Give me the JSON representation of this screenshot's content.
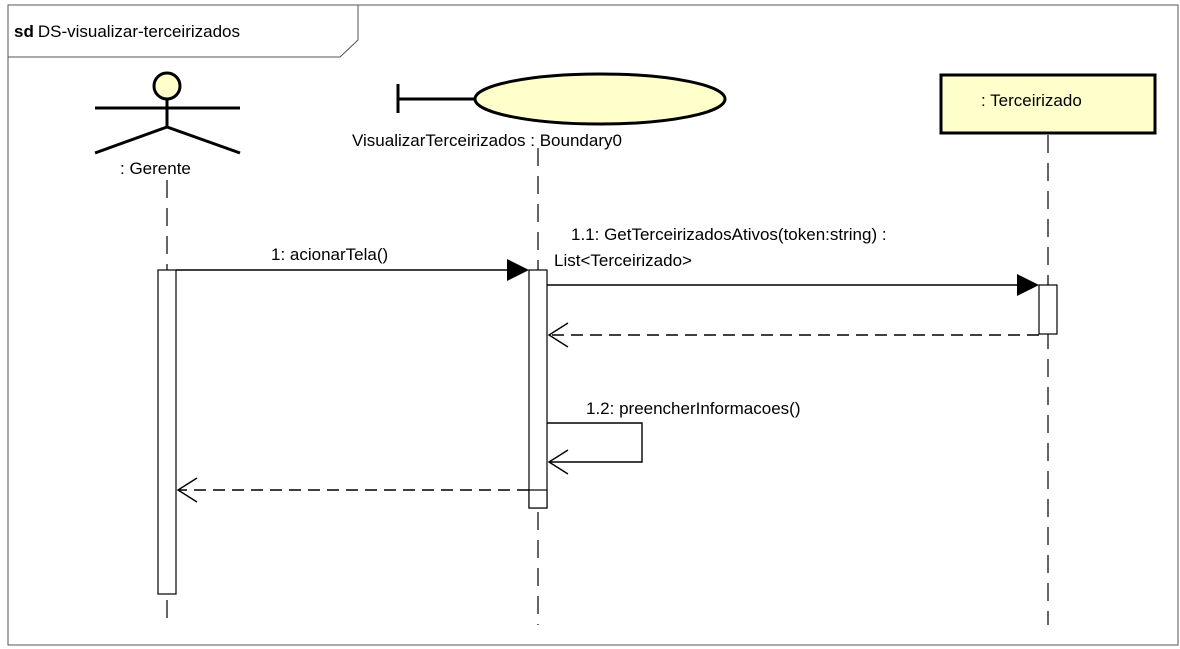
{
  "frame": {
    "kind": "sd",
    "name": "DS-visualizar-terceirizados"
  },
  "lifelines": {
    "actor": {
      "label": ": Gerente"
    },
    "boundary": {
      "label": "VisualizarTerceirizados : Boundary0"
    },
    "entity": {
      "label": ": Terceirizado"
    }
  },
  "messages": {
    "m1": {
      "label": "1: acionarTela()"
    },
    "m11_line1": {
      "label": "1.1: GetTerceirizadosAtivos(token:string) :"
    },
    "m11_line2": {
      "label": "List<Terceirizado>"
    },
    "m12": {
      "label": "1.2: preencherInformacoes()"
    }
  },
  "colors": {
    "entity_fill": "#ffffcc",
    "boundary_fill": "#ffffcc",
    "actor_head_fill": "#ffffcc",
    "line": "#000000"
  }
}
